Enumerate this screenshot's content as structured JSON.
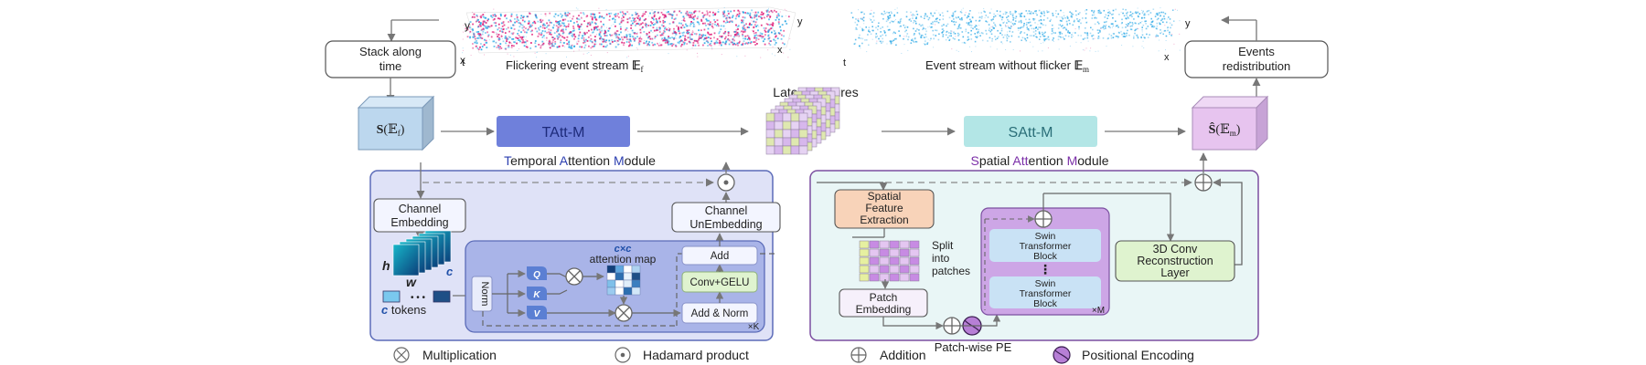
{
  "top": {
    "stack_label_1": "Stack along",
    "stack_label_2": "time",
    "redistribution_label_1": "Events",
    "redistribution_label_2": "redistribution",
    "flicker_caption": "Flickering event stream ",
    "flicker_symbol": "𝔼",
    "flicker_sub": "f",
    "clean_caption": "Event stream without flicker ",
    "clean_symbol": "𝔼",
    "clean_sub": "m",
    "axis_y": "y",
    "axis_x": "x",
    "axis_t": "t"
  },
  "middle": {
    "s_ef_bold": "S",
    "s_ef_rest": "(𝔼",
    "s_ef_sub": "f",
    "s_ef_close": ")",
    "tatt_label": "TAtt-M",
    "latent_label": "Latent features",
    "satt_label": "SAtt-M",
    "s_em_bold": "Ŝ",
    "s_em_rest": "(𝔼",
    "s_em_sub": "m",
    "s_em_close": ")"
  },
  "temporal": {
    "title_parts": [
      "T",
      "emporal ",
      "A",
      "ttention ",
      "M",
      "odule"
    ],
    "channel_embedding_1": "Channel",
    "channel_embedding_2": "Embedding",
    "channel_unembedding_1": "Channel",
    "channel_unembedding_2": "UnEmbedding",
    "h": "h",
    "w": "w",
    "c": "c",
    "dots": "• • •",
    "tokens_c": "c",
    "tokens_label": " tokens",
    "norm": "Norm",
    "q": "Q",
    "k": "K",
    "v": "V",
    "attn_cxc": "c×c",
    "attn_map": "attention map",
    "add": "Add",
    "conv_gelu": "Conv+GELU",
    "add_norm": "Add & Norm",
    "repeat": "×K"
  },
  "spatial": {
    "title_parts": [
      "S",
      "patial ",
      "Att",
      "ention ",
      "M",
      "odule"
    ],
    "sfe_1": "Spatial",
    "sfe_2": "Feature",
    "sfe_3": "Extraction",
    "split_1": "Split",
    "split_2": "into",
    "split_3": "patches",
    "patch_emb_1": "Patch",
    "patch_emb_2": "Embedding",
    "swin1_1": "Swin",
    "swin1_2": "Transformer",
    "swin1_3": "Block",
    "swin2_1": "Swin",
    "swin2_2": "Transformer",
    "swin2_3": "Block",
    "vdots": "⋮",
    "repeat": "×M",
    "conv3d_1": "3D Conv",
    "conv3d_2": "Reconstruction",
    "conv3d_3": "Layer",
    "patch_pe": "Patch-wise PE"
  },
  "legend": {
    "multiplication": "Multiplication",
    "hadamard": "Hadamard product",
    "addition": "Addition",
    "positional_encoding": "Positional Encoding"
  },
  "colors": {
    "tatt": "#6f80db",
    "satt": "#b3e6e6",
    "tam_bg": "#dfe2f7",
    "sam_bg": "#e9f6f6",
    "sam_border": "#7b4fa0",
    "tam_border": "#5b6bb8",
    "swin_outer": "#cda6e6",
    "swin_block": "#c9e2f5",
    "sfe": "#f8d3b9",
    "conv3d": "#dff3cf",
    "conv_gelu": "#dff3cf",
    "cube_blue": "#bcd7ee",
    "cube_pink": "#e7c4ef",
    "flicker_magenta": "#e0207a",
    "flicker_cyan": "#2aa8e6"
  }
}
